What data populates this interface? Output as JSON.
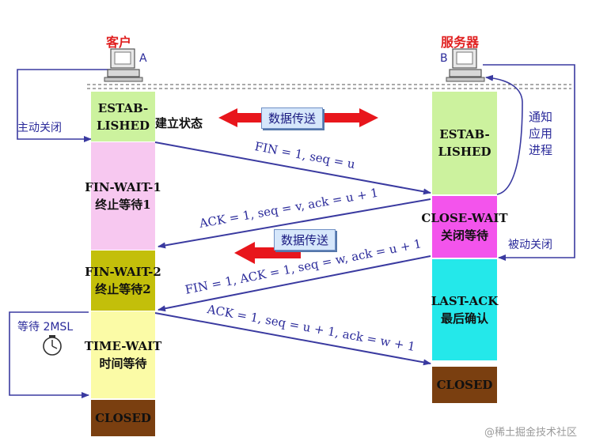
{
  "client": {
    "title": "客户",
    "host": "A"
  },
  "server": {
    "title": "服务器",
    "host": "B"
  },
  "client_states": [
    {
      "lines": [
        "ESTAB-",
        "LISHED"
      ],
      "color": "#ccf29e"
    },
    {
      "lines": [
        "FIN-WAIT-1",
        "终止等待1"
      ],
      "color": "#f7c8f0"
    },
    {
      "lines": [
        "FIN-WAIT-2",
        "终止等待2"
      ],
      "color": "#c3bf0a"
    },
    {
      "lines": [
        "TIME-WAIT",
        "时间等待"
      ],
      "color": "#fbfba6"
    },
    {
      "lines": [
        "CLOSED"
      ],
      "color": "#7a3f10"
    }
  ],
  "server_states": [
    {
      "lines": [
        "ESTAB-",
        "LISHED"
      ],
      "color": "#ccf29e"
    },
    {
      "lines": [
        "CLOSE-WAIT",
        "关闭等待"
      ],
      "color": "#f354ec"
    },
    {
      "lines": [
        "LAST-ACK",
        "最后确认"
      ],
      "color": "#24e8ea"
    },
    {
      "lines": [
        "CLOSED"
      ],
      "color": "#7a3f10"
    }
  ],
  "established_label": "建立状态",
  "data_transfer_1": "数据传送",
  "data_transfer_2": "数据传送",
  "messages": {
    "fin1": "FIN = 1, seq = u",
    "ack1": "ACK = 1, seq = v, ack = u + 1",
    "fin2": "FIN = 1, ACK = 1, seq = w, ack = u + 1",
    "ack2": "ACK = 1, seq = u + 1, ack = w + 1"
  },
  "side_labels": {
    "active_close": "主动关闭",
    "notify_app": "通知应用进程",
    "passive_close": "被动关闭",
    "wait_2msl": "等待 2MSL"
  },
  "watermark": "@稀土掘金技术社区",
  "colors": {
    "arrow": "#3a3aa0",
    "data_arrow": "#e8161c",
    "title": "#e02020"
  }
}
